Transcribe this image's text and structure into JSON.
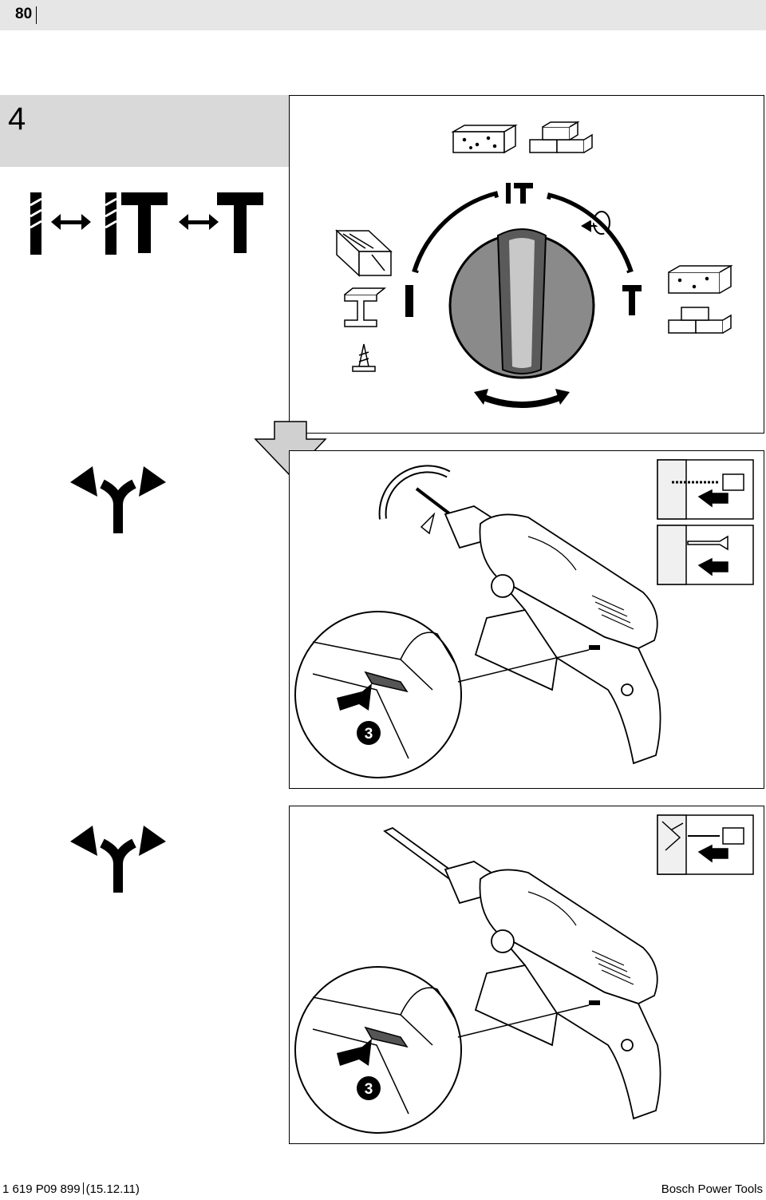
{
  "header": {
    "page_number": "80"
  },
  "step": {
    "number": "4"
  },
  "callouts": {
    "mode_switch_marker_top": "3",
    "mode_switch_marker_bottom": "3"
  },
  "footer": {
    "doc_number": "1 619 P09 899",
    "date": "(15.12.11)",
    "brand": "Bosch Power Tools"
  }
}
